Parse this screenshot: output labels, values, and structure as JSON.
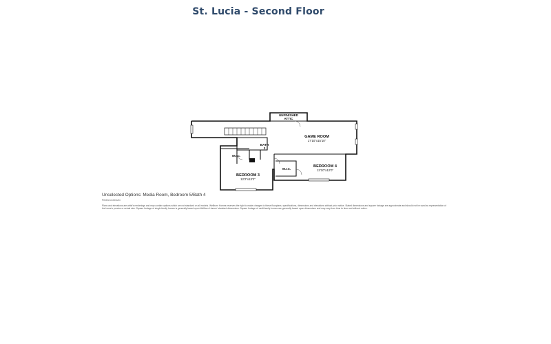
{
  "title": "St. Lucia - Second Floor",
  "rooms": {
    "unfinished_attic": {
      "line1": "UNFINISHED",
      "line2": "ATTIC"
    },
    "game_room": {
      "name": "GAME ROOM",
      "dims": "17'10\"x15'10\""
    },
    "bath": {
      "name": "BATH",
      "number": "3"
    },
    "bedroom4": {
      "name": "BEDROOM 4",
      "dims": "13'10\"x12'0\""
    },
    "bedroom3": {
      "name": "BEDROOM 3",
      "dims": "12'2\"x13'2\""
    },
    "wic_left": "W.I.C.",
    "wic_right": "W.I.C."
  },
  "footer": {
    "unselected_options": "Unselected Options: Media Room, Bedroom 5/Bath 4",
    "printed_by": "Printed on 8/xx/xx",
    "disclaimer": "Plans and elevations are artist's renderings and may contain options which are not standard on all models. Wellborn Homes reserves the right to make changes to these floorplans, specifications, dimensions and elevations without prior notice. Stated dimensions and square footage are approximate and should not be used as representation of the home's precise or actual size. Square footage of single family homes is generally based upon Wellborn Homes' standard dimensions. Square footage of multi-family homes are generally based upon dimensions and may vary from time to time and without notice."
  },
  "colors": {
    "title": "#2f4a6b",
    "walls": "#111111"
  }
}
